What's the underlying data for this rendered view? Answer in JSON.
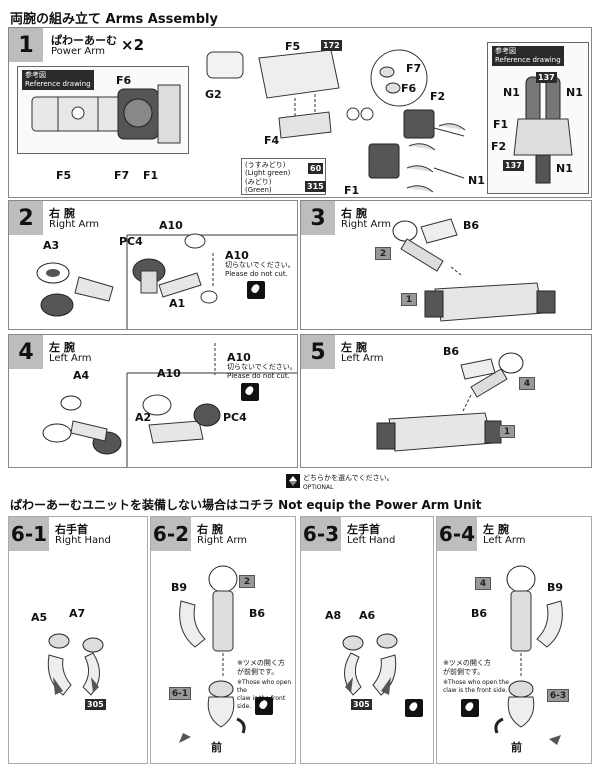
{
  "header": {
    "title": "両腕の組み立て  Arms Assembly"
  },
  "step1": {
    "num": "1",
    "jp": "ぱわーあーむ",
    "en": "Power Arm",
    "multiplier": "×2",
    "ref_label_jp": "参考図",
    "ref_label_en": "Reference drawing",
    "parts": [
      "F6",
      "F5",
      "F7",
      "F1",
      "G2",
      "F5",
      "F4",
      "F2",
      "F1",
      "N1",
      "F7",
      "F6"
    ],
    "tag_172": "172",
    "color_light_jp": "(うすみどり)",
    "color_light_en": "(Light green)",
    "color_light_num": "60",
    "color_green_jp": "(みどり)",
    "color_green_en": "(Green)",
    "color_green_num": "315",
    "ref2_label_jp": "参考図",
    "ref2_label_en": "Reference drawing",
    "ref2_parts": [
      "N1",
      "N1",
      "F1",
      "F2",
      "N1"
    ],
    "ref2_tag": "137"
  },
  "step2": {
    "num": "2",
    "jp": "右 腕",
    "en": "Right Arm",
    "parts": [
      "A3",
      "PC4",
      "A10",
      "A10",
      "A1"
    ],
    "note_jp": "切らないでください。",
    "note_en": "Please do not cut."
  },
  "step3": {
    "num": "3",
    "jp": "右 腕",
    "en": "Right Arm",
    "parts": [
      "B6"
    ],
    "box_a": "2",
    "box_b": "1"
  },
  "step4": {
    "num": "4",
    "jp": "左 腕",
    "en": "Left Arm",
    "parts": [
      "A4",
      "A10",
      "A10",
      "A2",
      "PC4"
    ],
    "note_jp": "切らないでください。",
    "note_en": "Please do not cut."
  },
  "step5": {
    "num": "5",
    "jp": "左 腕",
    "en": "Left Arm",
    "parts": [
      "B6"
    ],
    "box_a": "4",
    "box_b": "1"
  },
  "optional": {
    "jp": "どちらかを選んでください。",
    "en": "OPTIONAL"
  },
  "section2": {
    "title": "ぱわーあーむユニットを装備しない場合はコチラ   Not equip the Power Arm Unit"
  },
  "step6_1": {
    "num": "6-1",
    "jp": "右手首",
    "en": "Right Hand",
    "parts": [
      "A5",
      "A7"
    ],
    "tag": "305"
  },
  "step6_2": {
    "num": "6-2",
    "jp": "右 腕",
    "en": "Right Arm",
    "parts": [
      "B9",
      "B6"
    ],
    "box_a": "2",
    "box_b": "6-1",
    "note_jp1": "※ツメの開く方",
    "note_jp2": "が前側です。",
    "note_en1": "※Those who open the",
    "note_en2": "claw is the front side.",
    "front": "前"
  },
  "step6_3": {
    "num": "6-3",
    "jp": "左手首",
    "en": "Left Hand",
    "parts": [
      "A8",
      "A6"
    ],
    "tag": "305"
  },
  "step6_4": {
    "num": "6-4",
    "jp": "左 腕",
    "en": "Left Arm",
    "parts": [
      "B9",
      "B6"
    ],
    "box_a": "4",
    "box_b": "6-3",
    "note_jp1": "※ツメの開く方",
    "note_jp2": "が前側です。",
    "note_en1": "※Those who open the",
    "note_en2": "claw is the front side.",
    "front": "前"
  }
}
